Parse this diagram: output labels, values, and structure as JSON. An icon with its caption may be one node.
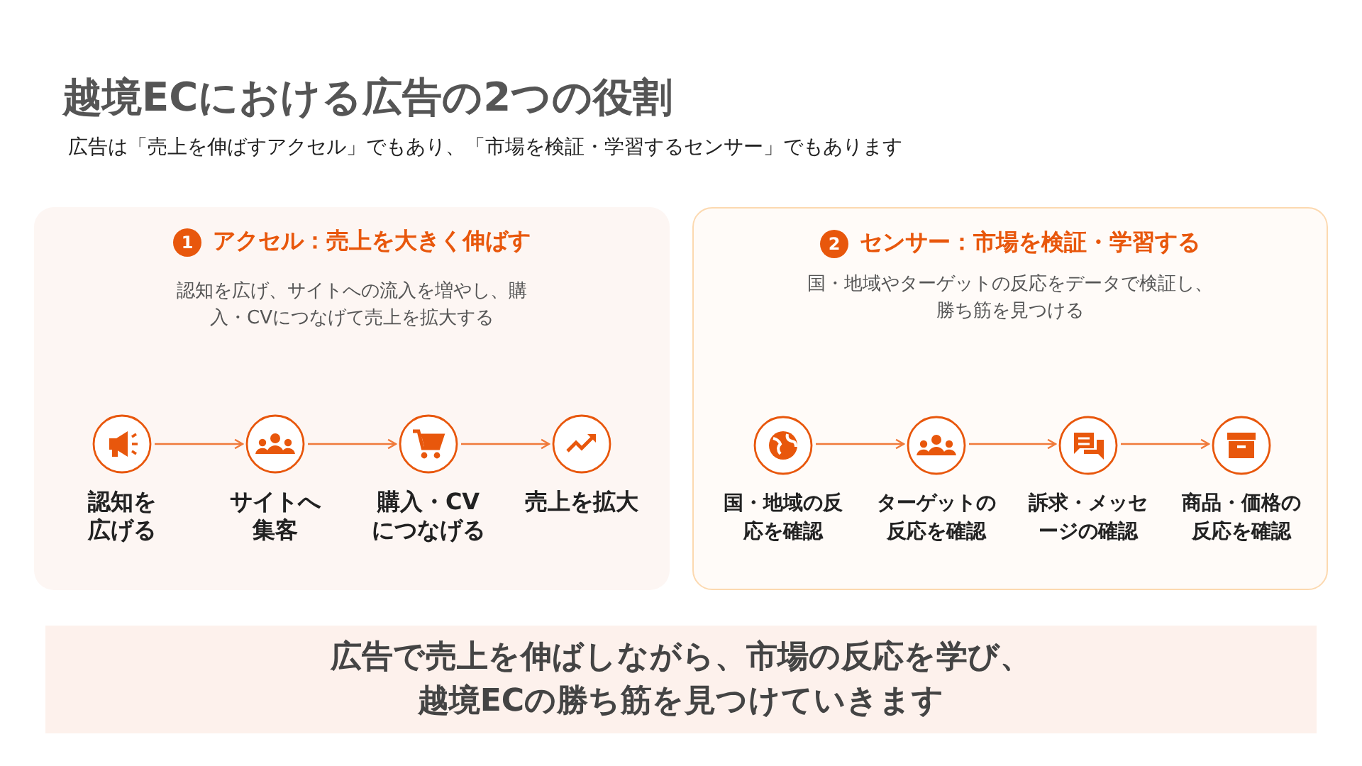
{
  "diagram": {
    "title": "越境ECにおける広告の2つの役割",
    "nodes": [
      {
        "text": [
          "1",
          "アクセル：売上を大きく伸ばす",
          "認知を広げ、サイトへの流入を増やし、購入・CVにつなげて売上を拡大する"
        ]
      },
      {
        "text": [
          "認知を広げる"
        ],
        "in": 0
      },
      {
        "text": [
          "サイトへ集客"
        ],
        "in": 0
      },
      {
        "text": [
          "購入・CVにつなげる"
        ],
        "in": 0
      },
      {
        "text": [
          "売上を拡大"
        ],
        "in": 0
      },
      {
        "text": [
          "2",
          "センサー：市場を検証・学習する",
          "国・地域やターゲットの反応をデータで検証し、勝ち筋を見つける"
        ]
      },
      {
        "text": [
          "国・地域の反応を確認"
        ],
        "in": 5
      },
      {
        "text": [
          "ターゲットの反応を確認"
        ],
        "in": 5
      },
      {
        "text": [
          "訴求・メッセージの確認"
        ],
        "in": 5
      },
      {
        "text": [
          "商品・価格の反応を確認"
        ],
        "in": 5
      },
      {
        "text": [
          "広告で売上を伸ばしながら、市場の反応を学び、越境ECの勝ち筋を見つけていきます"
        ]
      }
    ],
    "edges": [
      {
        "from": 1,
        "to": 2,
        "arrow": "to"
      },
      {
        "from": 2,
        "to": 3,
        "arrow": "to"
      },
      {
        "from": 3,
        "to": 4,
        "arrow": "to"
      },
      {
        "from": 6,
        "to": 7,
        "arrow": "to"
      },
      {
        "from": 7,
        "to": 8,
        "arrow": "to"
      },
      {
        "from": 8,
        "to": 9,
        "arrow": "to"
      }
    ],
    "labels": [
      "広告は「売上を伸ばすアクセル」でもあり、「市場を検証・学習するセンサー」でもあります"
    ]
  }
}
